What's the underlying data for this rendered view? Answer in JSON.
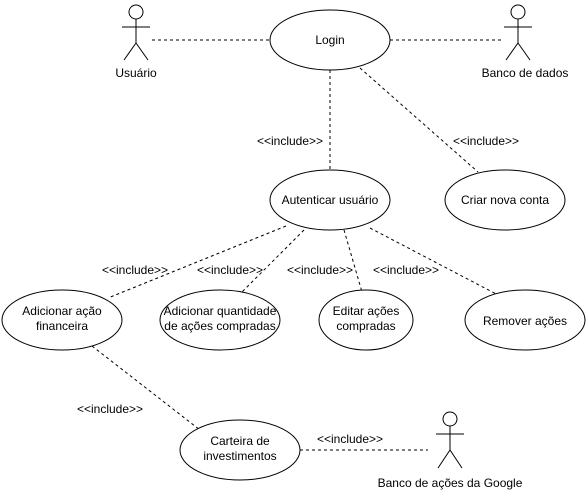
{
  "actors": {
    "usuario": "Usuário",
    "banco_dados": "Banco de dados",
    "banco_google": "Banco de ações da Google"
  },
  "use_cases": {
    "login": "Login",
    "autenticar": "Autenticar usuário",
    "criar_conta": "Criar nova conta",
    "adicionar_acao": [
      "Adicionar ação",
      "financeira"
    ],
    "adicionar_quantidade": [
      "Adicionar quantidade",
      "de ações compradas"
    ],
    "editar_acoes": [
      "Editar ações",
      "compradas"
    ],
    "remover_acoes": "Remover ações",
    "carteira": [
      "Carteira de",
      "investimentos"
    ]
  },
  "stereotype": "<<include>>"
}
